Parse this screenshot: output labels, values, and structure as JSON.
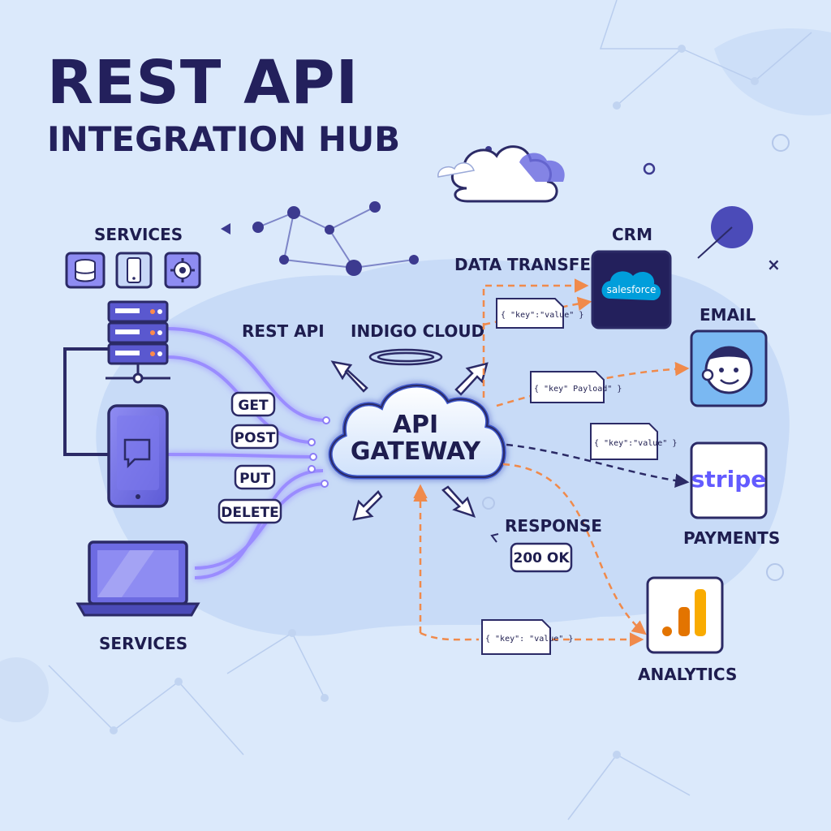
{
  "title": {
    "main": "REST API",
    "sub": "INTEGRATION HUB"
  },
  "labels": {
    "services_top": "SERVICES",
    "services_bottom": "SERVICES",
    "rest_api": "REST API",
    "indigo_cloud": "INDIGO CLOUD",
    "data_transfer": "DATA TRANSFER",
    "response": "RESPONSE"
  },
  "gateway": {
    "line1": "API",
    "line2": "GATEWAY"
  },
  "methods": [
    "GET",
    "POST",
    "PUT",
    "DELETE"
  ],
  "payloads": {
    "p1": "{ \"key\":\"value\" }",
    "p2": "{ \"key\" Payload\" }",
    "p3": "{ \"key\":\"value\" }",
    "p4": "{ \"key\": \"value\" }"
  },
  "status": "200 OK",
  "integrations": {
    "crm": {
      "label": "CRM",
      "logo_text": "salesforce",
      "color": "#009edb"
    },
    "email": {
      "label": "EMAIL"
    },
    "payments": {
      "label": "PAYMENTS",
      "logo_text": "stripe",
      "color": "#635bff"
    },
    "analytics": {
      "label": "ANALYTICS",
      "color": "#f9ab00"
    }
  },
  "icons": {
    "service_icons": [
      "database-icon",
      "mobile-icon",
      "gear-icon"
    ],
    "devices": [
      "server-icon",
      "smartphone-chat-icon",
      "laptop-icon"
    ]
  },
  "colors": {
    "background": "#dbe9fb",
    "ink": "#23205c",
    "connector_purple": "#8b7cf6",
    "flow_orange": "#f08a4b",
    "flow_navy": "#2b2a66"
  }
}
